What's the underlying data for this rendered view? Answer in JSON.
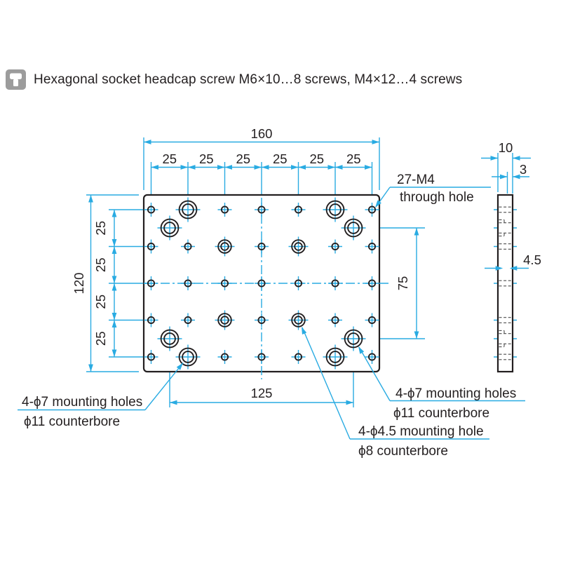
{
  "header": {
    "icon": "hex-socket-screw-icon",
    "text": "Hexagonal socket headcap screw M6×10…8 screws, M4×12…4 screws"
  },
  "dimensions": {
    "front": {
      "overall_width": "160",
      "pitch_x": "25",
      "overall_height": "120",
      "pitch_y": "25",
      "mount_span_vertical": "75",
      "mount_span_horizontal": "125"
    },
    "side": {
      "thickness": "10",
      "counterbore_depth": "3",
      "hole_diameter": "4.5"
    }
  },
  "callouts": {
    "through_hole": {
      "line1": "27-M4",
      "line2": "through hole"
    },
    "mount_left": {
      "line1": "4-ϕ7 mounting holes",
      "line2": "ϕ11 counterbore"
    },
    "mount_right": {
      "line1": "4-ϕ7 mounting holes",
      "line2": "ϕ11 counterbore"
    },
    "mount_small": {
      "line1": "4-ϕ4.5 mounting hole",
      "line2": "ϕ8 counterbore"
    }
  },
  "holes": {
    "grid_through": {
      "count": 27,
      "thread": "M4",
      "pitch_mm": 25
    },
    "mounting_large": {
      "count": 8,
      "diameter_mm": 7,
      "counterbore_mm": 11
    },
    "mounting_small": {
      "count": 4,
      "diameter_mm": 4.5,
      "counterbore_mm": 8
    }
  },
  "colors": {
    "dimension": "#29abe2",
    "outline": "#231f20",
    "text": "#231f20",
    "icon_bg": "#9c9c9c",
    "background": "#ffffff"
  }
}
